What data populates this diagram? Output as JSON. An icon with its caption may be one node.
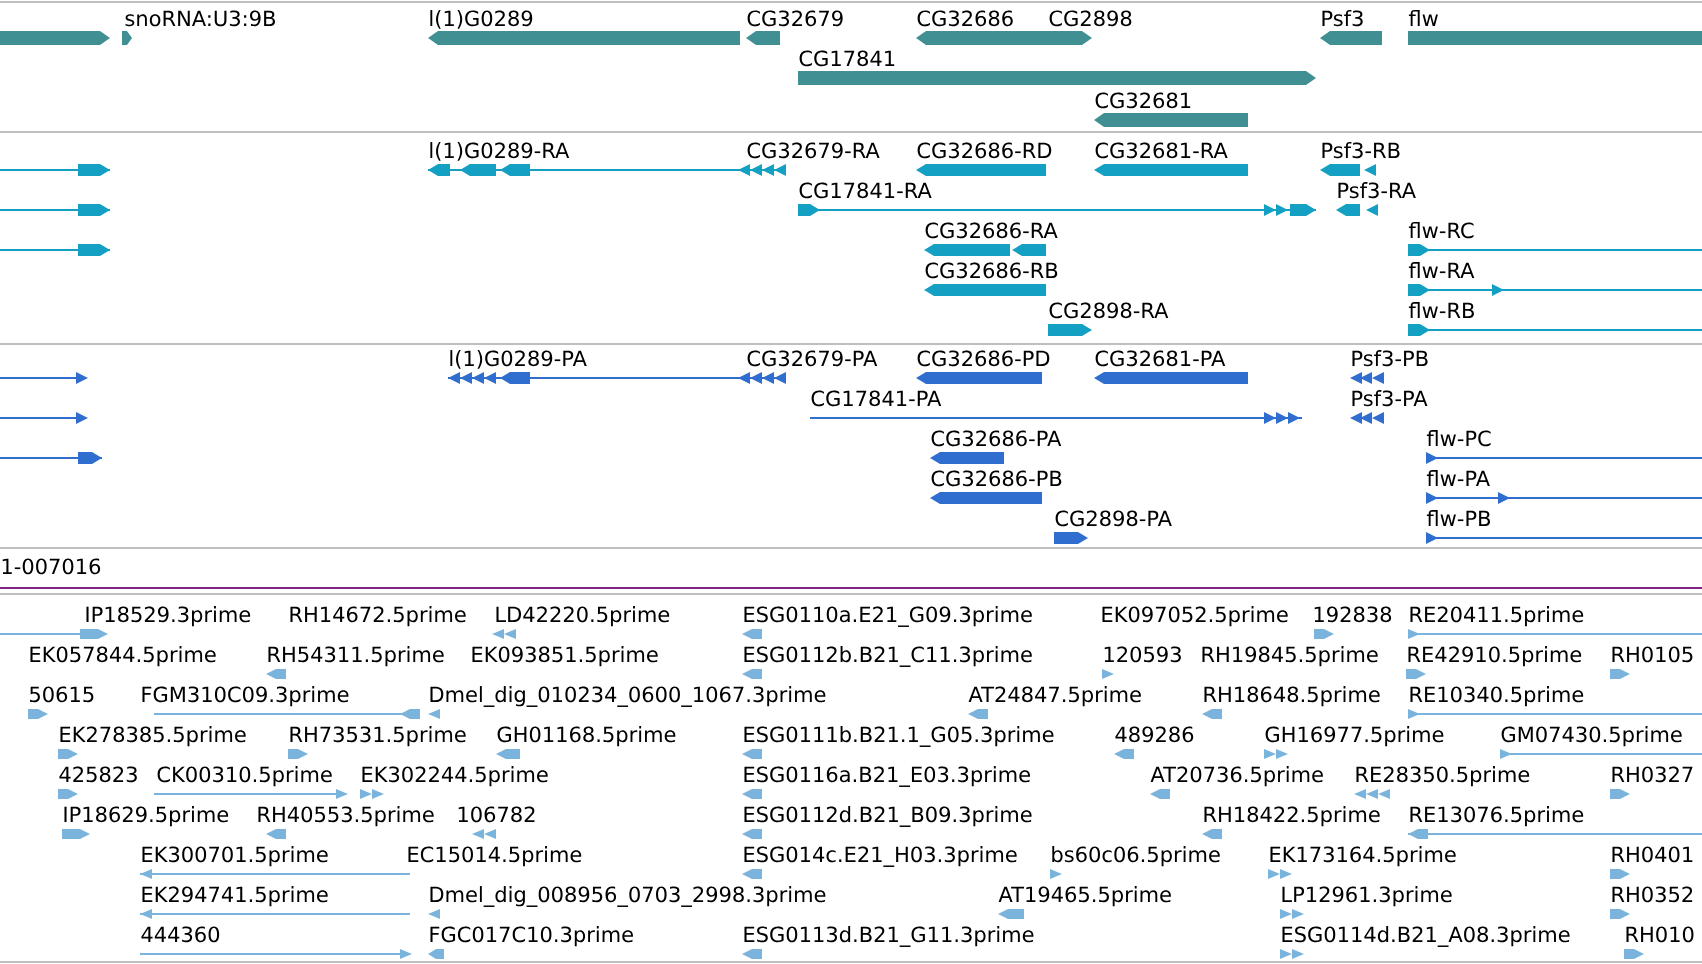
{
  "diagram": {
    "labels": [
      "snoRNA:U3:9B",
      "l(1)G0289",
      "CG32679",
      "CG32686",
      "CG2898",
      "Psf3",
      "flw",
      "CG17841",
      "CG32681",
      "l(1)G0289-RA",
      "CG32679-RA",
      "CG32686-RD",
      "CG32681-RA",
      "Psf3-RB",
      "CG17841-RA",
      "Psf3-RA",
      "CG32686-RA",
      "flw-RC",
      "CG32686-RB",
      "flw-RA",
      "CG2898-RA",
      "flw-RB",
      "l(1)G0289-PA",
      "CG32679-PA",
      "CG32686-PD",
      "CG32681-PA",
      "Psf3-PB",
      "CG17841-PA",
      "Psf3-PA",
      "CG32686-PA",
      "flw-PC",
      "CG32686-PB",
      "flw-PA",
      "CG2898-PA",
      "flw-PB",
      "1-007016",
      "IP18529.3prime",
      "RH14672.5prime",
      "LD42220.5prime",
      "ESG0110a.E21_G09.3prime",
      "EK097052.5prime",
      "192838",
      "RE20411.5prime",
      "EK057844.5prime",
      "RH54311.5prime",
      "EK093851.5prime",
      "ESG0112b.B21_C11.3prime",
      "120593",
      "RH19845.5prime",
      "RE42910.5prime",
      "RH0105",
      "50615",
      "FGM310C09.3prime",
      "Dmel_dig_010234_0600_1067.3prime",
      "AT24847.5prime",
      "RH18648.5prime",
      "RE10340.5prime",
      "EK278385.5prime",
      "RH73531.5prime",
      "GH01168.5prime",
      "ESG0111b.B21.1_G05.3prime",
      "489286",
      "GH16977.5prime",
      "GM07430.5prime",
      "425823",
      "CK00310.5prime",
      "EK302244.5prime",
      "ESG0116a.B21_E03.3prime",
      "AT20736.5prime",
      "RE28350.5prime",
      "RH0327",
      "IP18629.5prime",
      "RH40553.5prime",
      "106782",
      "ESG0112d.B21_B09.3prime",
      "RH18422.5prime",
      "RE13076.5prime",
      "EK300701.5prime",
      "EC15014.5prime",
      "ESG014c.E21_H03.3prime",
      "bs60c06.5prime",
      "EK173164.5prime",
      "RH0401",
      "EK294741.5prime",
      "Dmel_dig_008956_0703_2998.3prime",
      "AT19465.5prime",
      "LP12961.3prime",
      "RH0352",
      "444360",
      "FGC017C10.3prime",
      "ESG0113d.B21_G11.3prime",
      "ESG0114d.B21_A08.3prime",
      "RH010"
    ]
  }
}
